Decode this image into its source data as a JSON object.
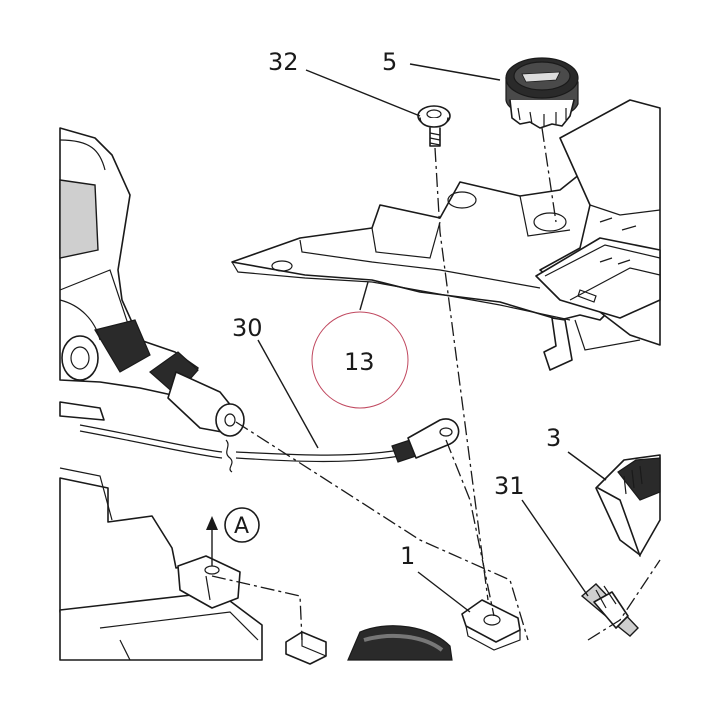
{
  "diagram": {
    "callouts": {
      "screw": "32",
      "cap": "5",
      "bracket": "13",
      "cable": "30",
      "connector": "3",
      "clip": "31",
      "nut": "1",
      "view_marker": "A"
    },
    "colors": {
      "line": "#1a1a1a",
      "highlight_circle": "#c0485f",
      "background": "#ffffff"
    }
  }
}
